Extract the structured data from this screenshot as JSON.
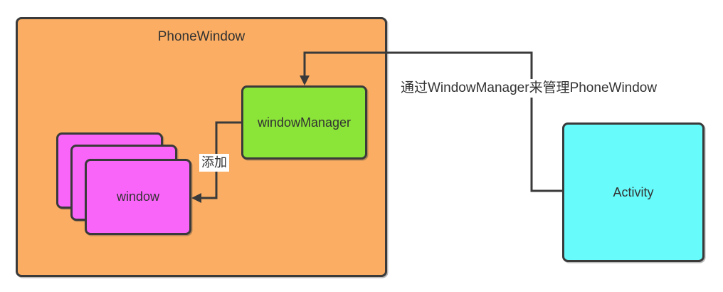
{
  "diagram": {
    "container": {
      "label": "PhoneWindow"
    },
    "nodes": {
      "window_manager": {
        "label": "windowManager"
      },
      "window_stack": {
        "label": "window",
        "card_count": 3
      },
      "activity": {
        "label": "Activity"
      }
    },
    "edges": {
      "activity_to_window_manager": {
        "label": "通过WindowManager来管理PhoneWindow",
        "from": "Activity",
        "to": "windowManager",
        "arrow": "down-into-windowManager"
      },
      "window_manager_to_window": {
        "label": "添加",
        "from": "windowManager",
        "to": "window",
        "arrow": "left-into-window"
      }
    }
  },
  "colors": {
    "canvas_bg": "#ffffff",
    "container_fill": "#fbae63",
    "window_manager_fill": "#8be538",
    "window_fill": "#f964f9",
    "activity_fill": "#68fbfb",
    "stroke": "#3a3a3a",
    "text": "#333333",
    "label_bg": "#ffffff"
  }
}
